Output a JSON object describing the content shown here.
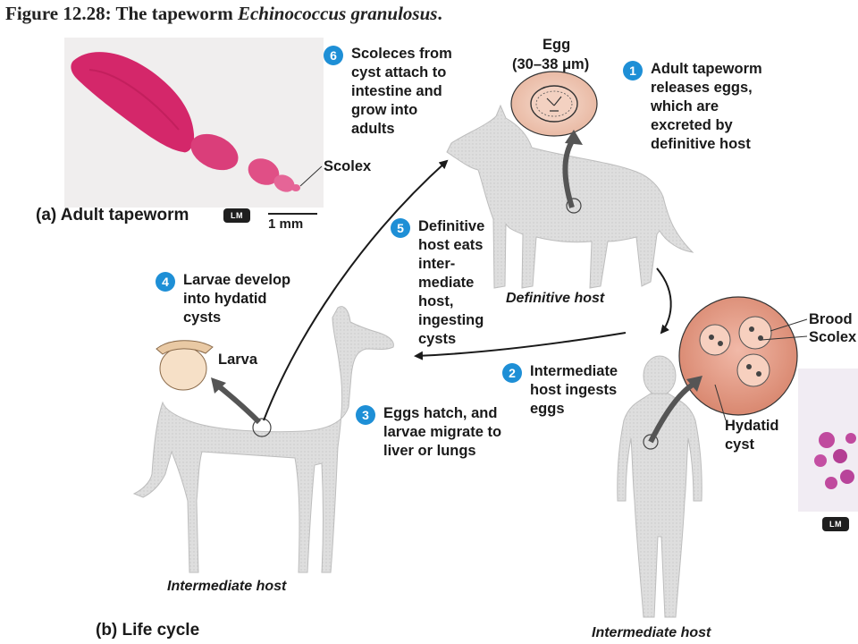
{
  "figure": {
    "title_prefix": "Figure 12.28:  The tapeworm ",
    "title_species": "Echinococcus granulosus",
    "title_suffix": "."
  },
  "panel_a": {
    "caption": "(a) Adult tapeworm",
    "scolex_label": "Scolex",
    "lm_badge": "LM",
    "scale_bar": "1 mm"
  },
  "panel_b": {
    "caption": "(b) Life cycle",
    "steps": [
      {
        "num": "1",
        "text": "Adult tapeworm\nreleases eggs,\nwhich are\nexcreted by\ndefinitive host"
      },
      {
        "num": "2",
        "text": "Intermediate\nhost ingests\neggs"
      },
      {
        "num": "3",
        "text": "Eggs hatch, and\nlarvae migrate to\nliver or lungs"
      },
      {
        "num": "4",
        "text": "Larvae develop\ninto hydatid\ncysts"
      },
      {
        "num": "5",
        "text": "Definitive\nhost eats\ninter-\nmediate\nhost,\ningesting\ncysts"
      },
      {
        "num": "6",
        "text": "Scoleces from\ncyst attach to\nintestine and\ngrow into\nadults"
      }
    ],
    "egg_label": "Egg",
    "egg_size": "(30–38 μm)",
    "larva_label": "Larva",
    "definitive_host": "Definitive host",
    "intermediate_host_animal": "Intermediate host",
    "intermediate_host_human": "Intermediate host",
    "brood_label": "Brood",
    "scolex_label": "Scolex",
    "hydatid_label": "Hydatid\ncyst",
    "lm_badge": "LM"
  },
  "colors": {
    "step_circle": "#1e8fd6",
    "tapeworm": "#d6306e",
    "cyst_fill": "#e9a391",
    "animal_fill": "#dcdcdc"
  }
}
